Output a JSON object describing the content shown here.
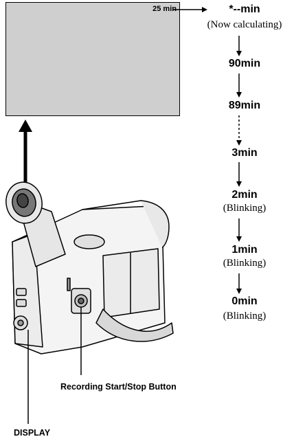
{
  "screen": {
    "remaining_display": "25 min"
  },
  "sequence": [
    {
      "main": "*--min",
      "note": "(Now calculating)"
    },
    {
      "main": "90min",
      "note": ""
    },
    {
      "main": "89min",
      "note": ""
    },
    {
      "main": "3min",
      "note": ""
    },
    {
      "main": "2min",
      "note": "(Blinking)"
    },
    {
      "main": "1min",
      "note": "(Blinking)"
    },
    {
      "main": "0min",
      "note": "(Blinking)"
    }
  ],
  "labels": {
    "record_button": "Recording Start/Stop Button",
    "display_button": "DISPLAY"
  }
}
